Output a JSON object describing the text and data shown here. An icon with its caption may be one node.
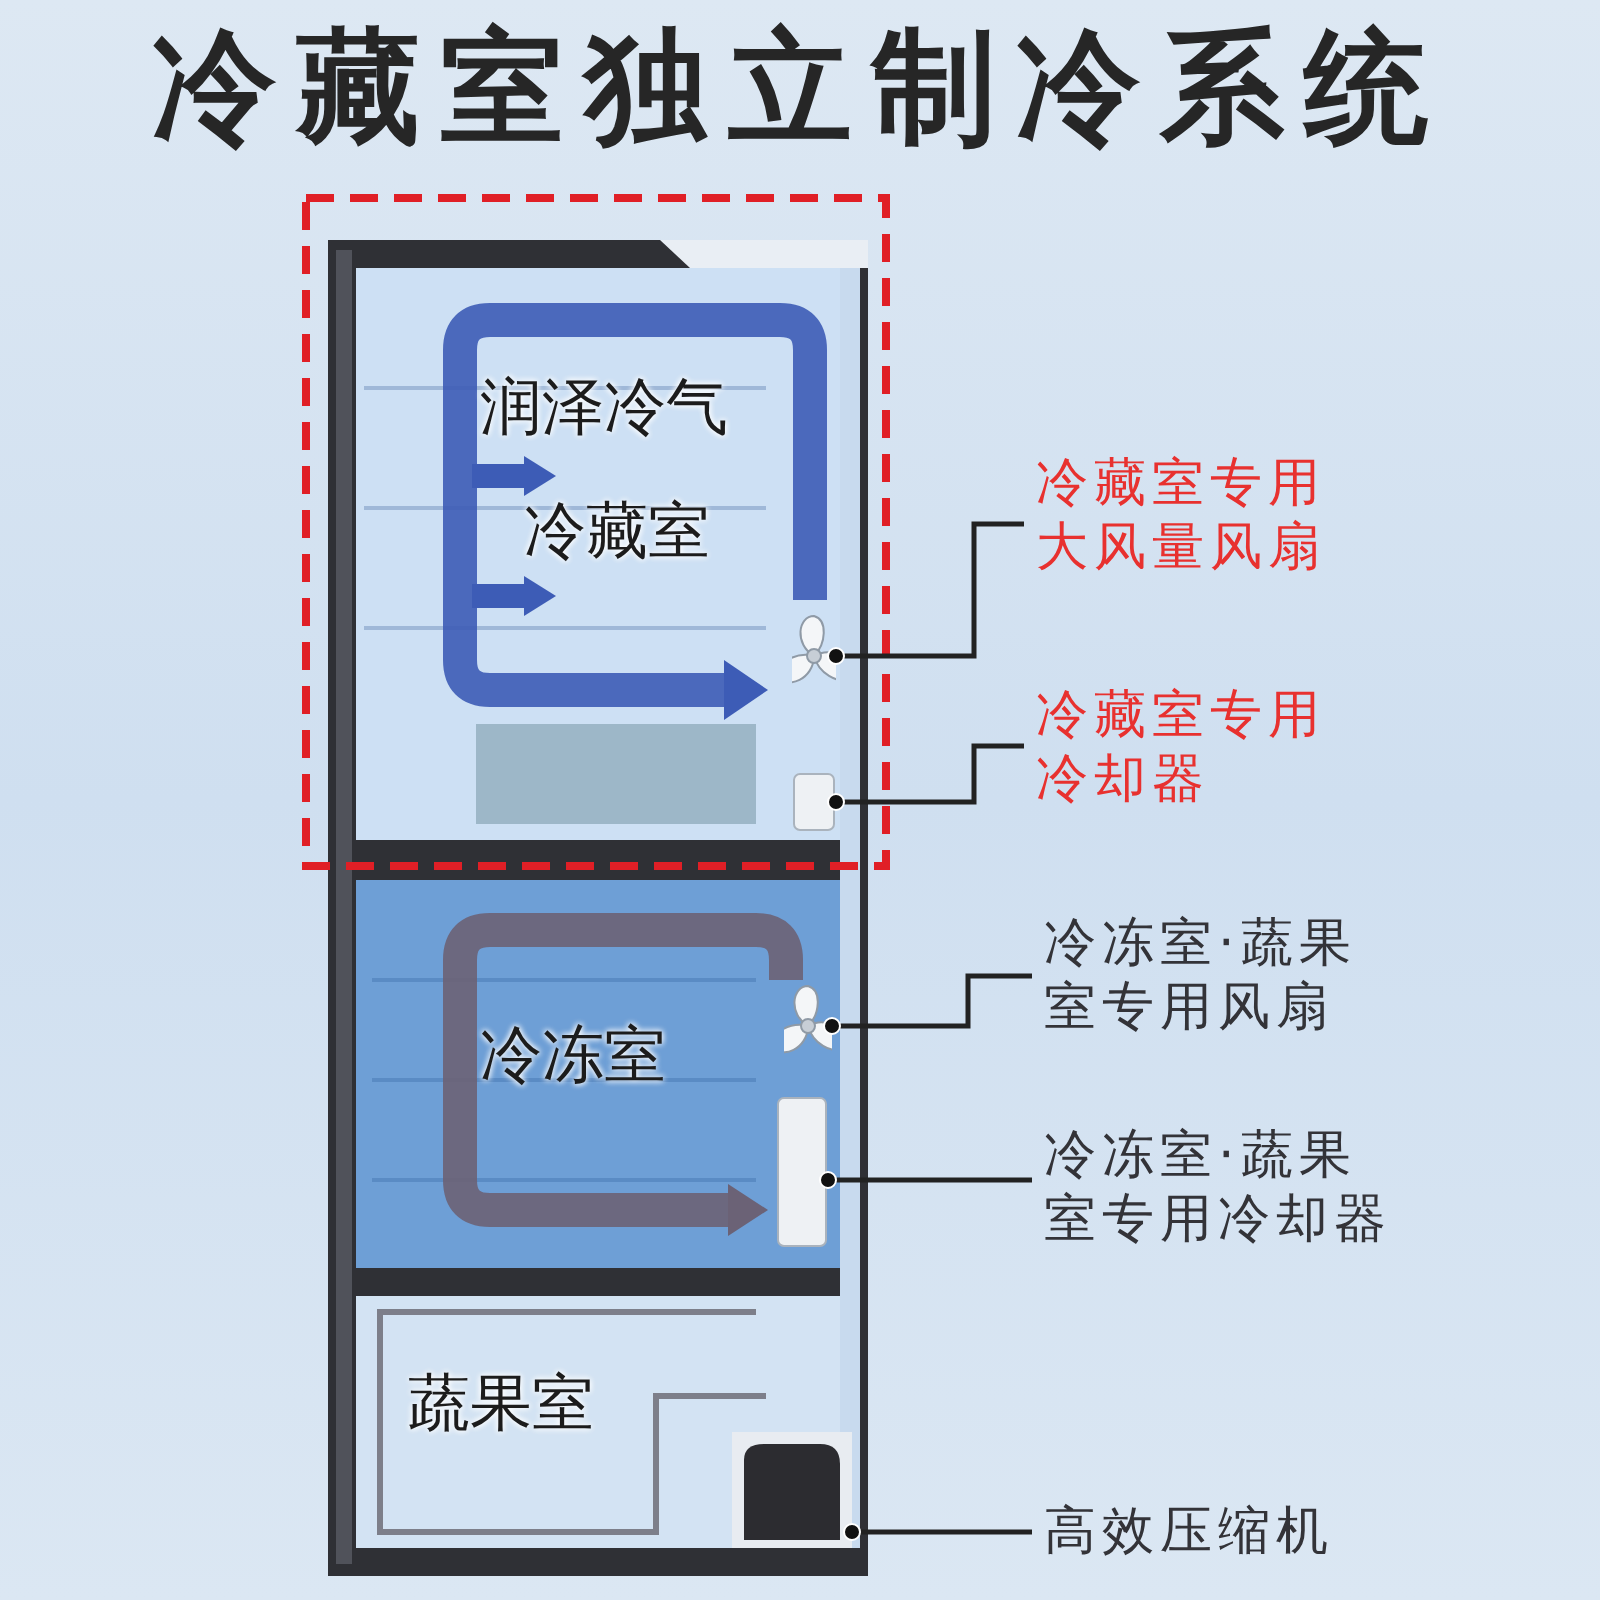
{
  "diagram": {
    "title": "冷藏室独立制冷系统",
    "nodes": [
      {
        "text": [
          "润泽冷气",
          "冷藏室"
        ]
      },
      {
        "text": [],
        "shape": "fan",
        "in": 0
      },
      {
        "text": [],
        "shape": "box",
        "in": 0
      },
      {
        "text": [
          "冷冻室"
        ]
      },
      {
        "text": [],
        "shape": "fan",
        "in": 3
      },
      {
        "text": [],
        "shape": "box",
        "in": 3
      },
      {
        "text": [
          "蔬果室"
        ]
      },
      {
        "text": [],
        "shape": "picture"
      },
      {
        "text": [
          "冷藏室专用大风量风扇"
        ]
      },
      {
        "text": [
          "冷藏室专用冷却器"
        ]
      },
      {
        "text": [
          "冷冻室·蔬果室专用风扇"
        ]
      },
      {
        "text": [
          "冷冻室·蔬果室专用冷却器"
        ]
      },
      {
        "text": [
          "高效压缩机"
        ]
      }
    ],
    "edges": [
      {
        "from": 8,
        "to": 1,
        "arrow": "other"
      },
      {
        "from": 9,
        "to": 2,
        "arrow": "other"
      },
      {
        "from": 10,
        "to": 4,
        "arrow": "other"
      },
      {
        "from": 11,
        "to": 5,
        "arrow": "other"
      },
      {
        "from": 12,
        "to": 7,
        "arrow": "other"
      }
    ]
  }
}
